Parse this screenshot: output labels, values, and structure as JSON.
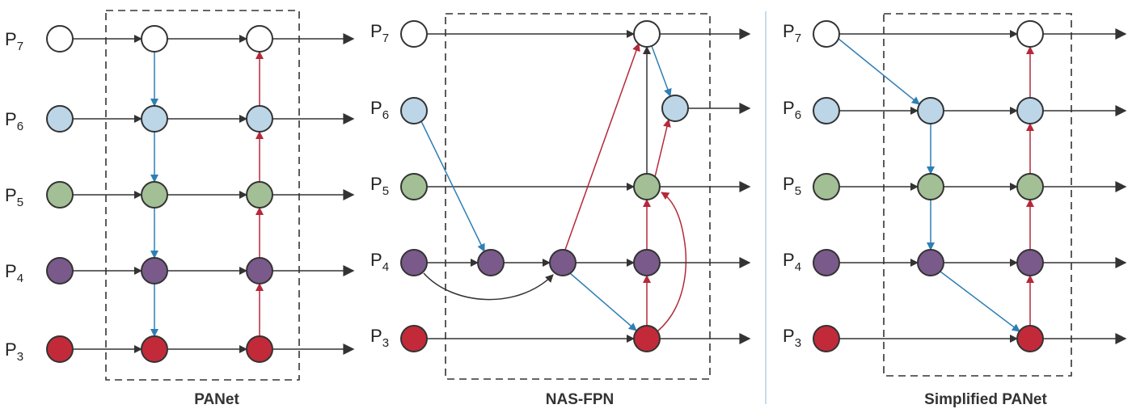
{
  "panels": [
    {
      "id": "panet",
      "title": "PANet",
      "levels": [
        "P7",
        "P6",
        "P5",
        "P4",
        "P3"
      ]
    },
    {
      "id": "nasfpn",
      "title": "NAS-FPN",
      "levels": [
        "P7",
        "P6",
        "P5",
        "P4",
        "P3"
      ]
    },
    {
      "id": "simplified",
      "title": "Simplified PANet",
      "levels": [
        "P7",
        "P6",
        "P5",
        "P4",
        "P3"
      ]
    }
  ],
  "colors": {
    "P7": "#ffffff",
    "P6": "#bcd6e8",
    "P5": "#a3bf95",
    "P4": "#7a5a8a",
    "P3": "#c22a3a",
    "edge_dark": "#333333",
    "edge_blue": "#2e7fb5",
    "edge_red": "#b5283a",
    "box_border": "#333333",
    "divider": "#b7cfe0"
  },
  "legend": {
    "top_down_edge_color": "blue",
    "bottom_up_edge_color": "red",
    "lateral_edge_color": "dark"
  }
}
